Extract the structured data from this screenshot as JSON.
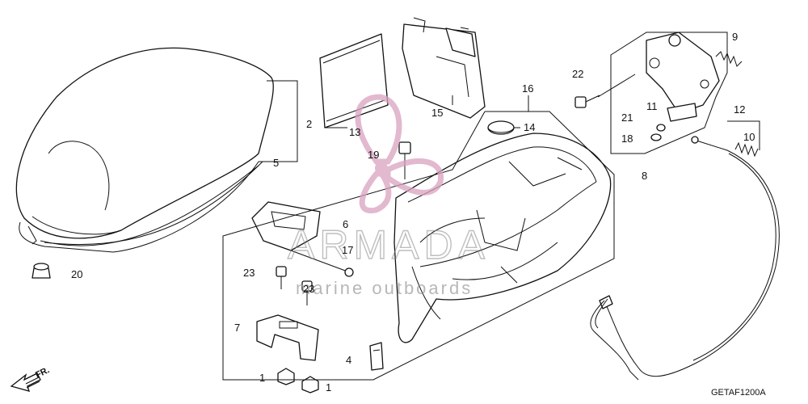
{
  "diagram_code": "GETAF1200A",
  "front_label": "FR.",
  "watermark": {
    "brand": "ARMADA",
    "tagline": "marine outboards"
  },
  "callouts": [
    "1",
    "1",
    "2",
    "4",
    "5",
    "6",
    "7",
    "8",
    "9",
    "10",
    "11",
    "12",
    "13",
    "14",
    "15",
    "16",
    "17",
    "18",
    "19",
    "20",
    "21",
    "22",
    "23",
    "23"
  ]
}
